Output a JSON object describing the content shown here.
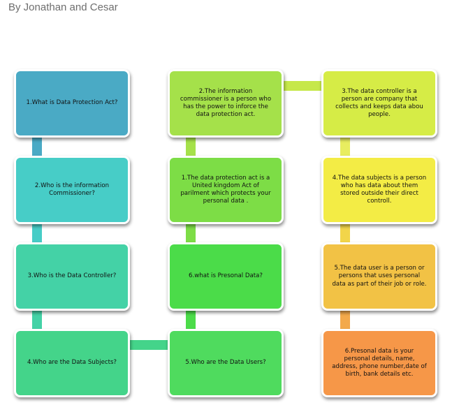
{
  "byline": "By Jonathan and Cesar",
  "colors": {
    "c1": "#4aaac5",
    "c2": "#47cdc7",
    "c3": "#44d2a6",
    "c4": "#44d48a",
    "c5": "#a5e14a",
    "c6": "#7ddd46",
    "c7": "#4bdc49",
    "c8": "#d6ec46",
    "c9": "#f3ec45",
    "c10": "#f2c245",
    "c11": "#f69748",
    "link1": "#4aaac5",
    "link2": "#47cdc7",
    "link3": "#44d2a6",
    "link4": "#a5e14a",
    "link5": "#7ddd46",
    "link6": "#4bdc49",
    "link7": "#e8ed60",
    "link8": "#f2d54a",
    "link9": "#f3a94b"
  },
  "boxes": {
    "c1": "1.What is Data Protection  Act?",
    "c2": "2.Who is the information Commissioner?",
    "c3": "3.Who is the Data Controller?",
    "c4": "4.Who are the Data Subjects?",
    "c5": "2.The information commissioner is a person who has the power to inforce the data protection act.",
    "c6": "1.The data protection act is a United kingdom Act of parilment which protects your personal data .",
    "c7": "6.what is Presonal Data?",
    "c8": "5.Who are the Data Users?",
    "c9": "3.The data controller is a person are company that collects and keeps data abou people.",
    "c10": "4.The data subjects is a person who has data about them stored outside their direct controll.",
    "c11": "5.The data user is a person or persons that uses personal data as part of their job or role.",
    "c12": "6.Presonal data is your personal details, name, address, phone number,date of birth, bank details etc."
  }
}
